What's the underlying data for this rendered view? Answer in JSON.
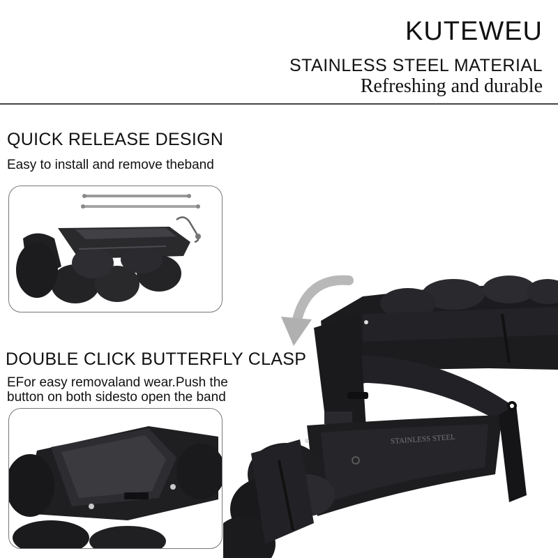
{
  "header": {
    "brand": "KUTEWEU",
    "material": "STAINLESS STEEL MATERIAL",
    "tagline": "Refreshing and durable"
  },
  "feature_quick_release": {
    "title": "QUICK RELEASE DESIGN",
    "description": "Easy to install and remove theband"
  },
  "feature_butterfly_clasp": {
    "title": "DOUBLE CLICK BUTTERFLY CLASP",
    "description_line1": "EFor easy removaland wear.Push the",
    "description_line2": "button on both sidesto open the band"
  },
  "clasp_engraving": "STAINLESS STEEL",
  "colors": {
    "band": "#1e1e20",
    "band_highlight": "#3a3a3e",
    "text": "#111111",
    "arrow": "#b8b8b8"
  },
  "icons": [
    "spring-bar-pins-icon",
    "curved-arrow-icon",
    "watch-band-image",
    "butterfly-clasp-image"
  ]
}
